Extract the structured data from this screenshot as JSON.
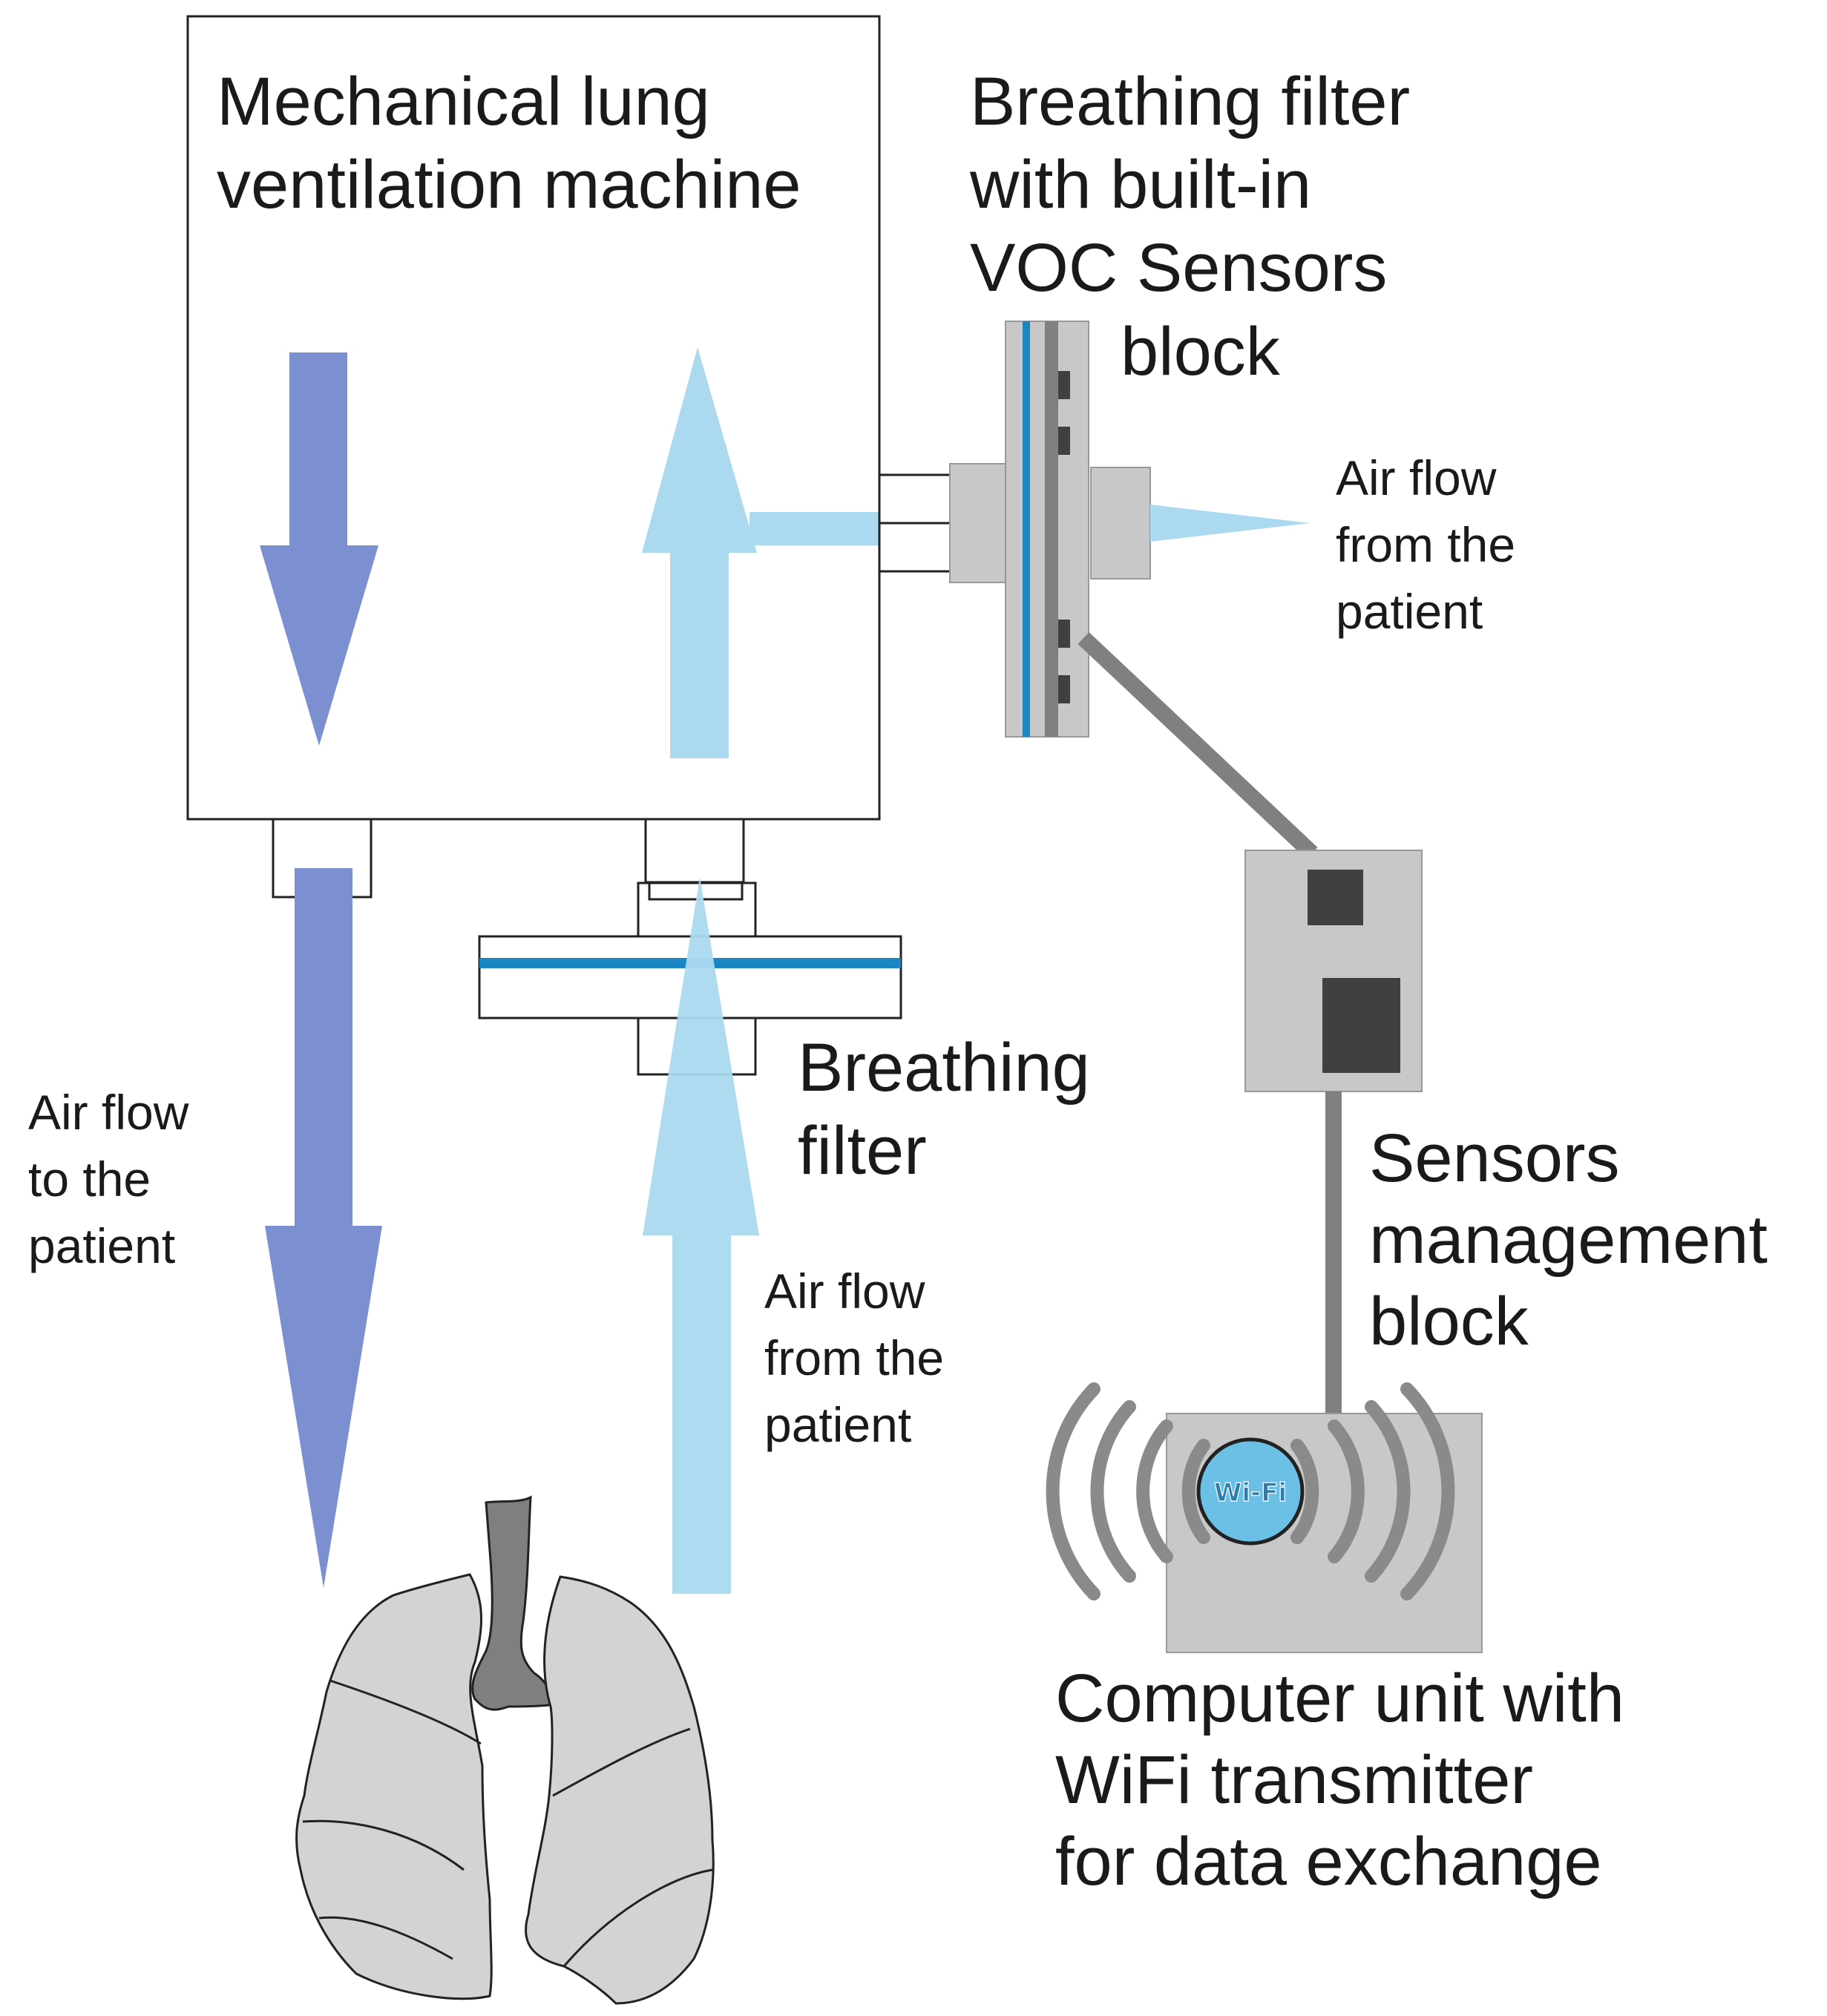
{
  "labels": {
    "ventilator": [
      "Mechanical lung",
      "ventilation machine"
    ],
    "voc_filter": [
      "Breathing filter",
      "with built-in",
      "VOC Sensors",
      "block"
    ],
    "airflow_from_patient_right": [
      "Air flow",
      "from the",
      "patient"
    ],
    "airflow_to_patient": [
      "Air flow",
      "to the",
      "patient"
    ],
    "breathing_filter": [
      "Breathing",
      "filter"
    ],
    "airflow_from_patient_center": [
      "Air flow",
      "from the",
      "patient"
    ],
    "sensors_management": [
      "Sensors",
      "management",
      "block"
    ],
    "computer_unit": [
      "Computer unit with",
      "WiFi transmitter",
      "for data exchange"
    ]
  },
  "wifi_logo": "Wi-Fi",
  "colors": {
    "inhale_arrow": "#7b8fd1",
    "exhale_arrow": "#abd9f0",
    "filter_membrane": "#1a86c2",
    "device_gray": "#c8c8c8",
    "chip_dark": "#404040",
    "cable_gray": "#808080",
    "lung_fill": "#d3d3d3",
    "trachea_fill": "#7f7f7f",
    "wifi_badge": "#6cc0e6"
  },
  "icons": [
    "wifi-icon",
    "lungs-icon",
    "arrow-down-icon",
    "arrow-up-icon"
  ]
}
